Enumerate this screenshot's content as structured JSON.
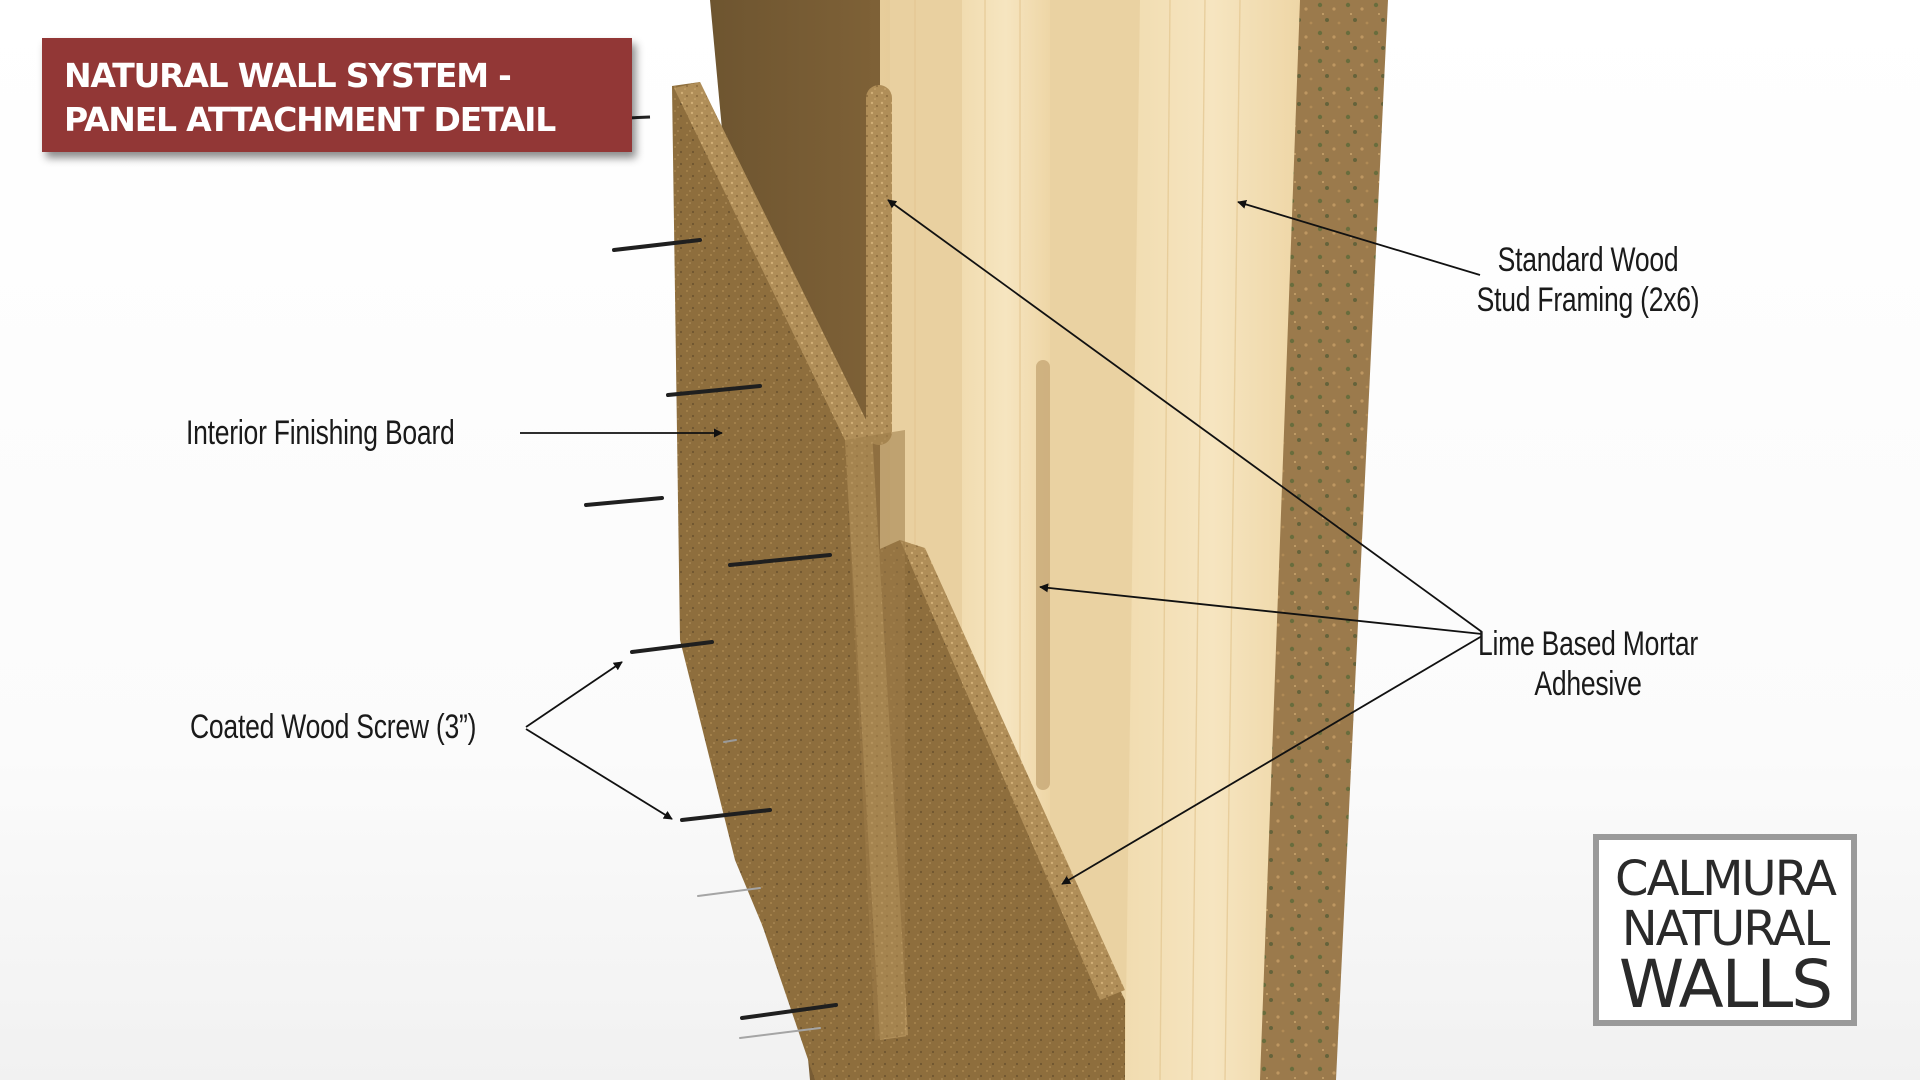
{
  "title": {
    "line1": "NATURAL WALL SYSTEM -",
    "line2": "PANEL ATTACHMENT DETAIL"
  },
  "labels": {
    "stud_framing": {
      "line1": "Standard Wood",
      "line2": "Stud Framing (2x6)"
    },
    "interior_board": "Interior Finishing Board",
    "mortar": {
      "line1": "Lime Based Mortar",
      "line2": "Adhesive"
    },
    "screw": "Coated Wood Screw (3”)"
  },
  "logo": {
    "line1": "CALMURA",
    "line2": "NATURAL",
    "line3": "WALLS"
  },
  "colors": {
    "title_bg": "#923736",
    "stud_wood": "#f2ddb1",
    "board_fiber": "#8f6f3e",
    "outer_panel": "#9c7a4c",
    "logo_border": "#9a9a9a"
  }
}
